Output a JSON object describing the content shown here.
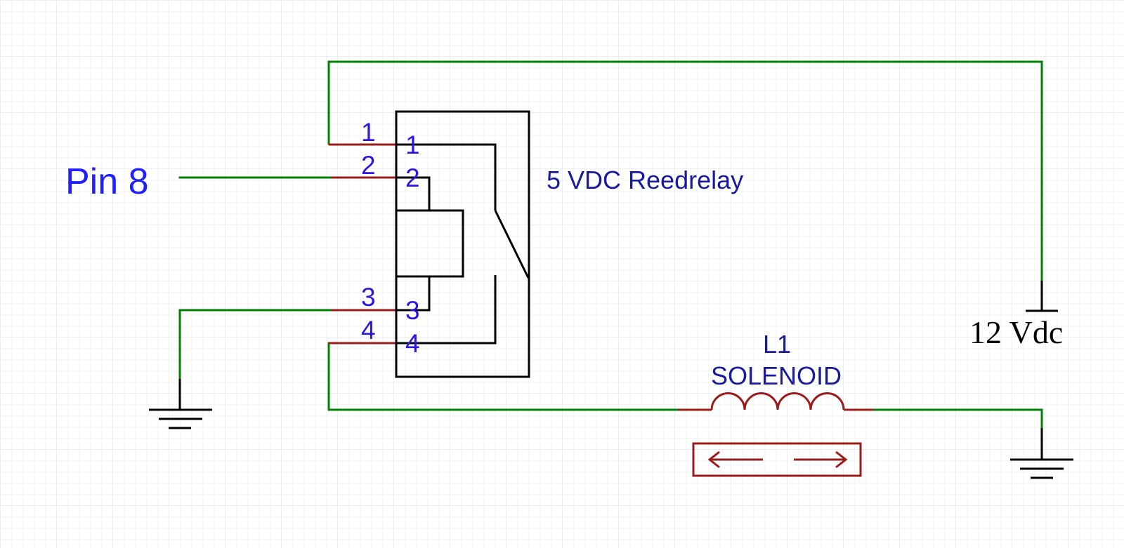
{
  "labels": {
    "input_pin": "Pin 8",
    "relay_name": "5 VDC Reedrelay",
    "supply": "12 Vdc",
    "coil_ref": "L1",
    "coil_name": "SOLENOID"
  },
  "relay_pins": {
    "outer": [
      "1",
      "2",
      "3",
      "4"
    ],
    "inner": [
      "1",
      "2",
      "3",
      "4"
    ]
  },
  "colors": {
    "wire": "#008000",
    "pin_lead": "#9b1c1c",
    "pin_number": "#2a17e0",
    "label": "#1a1a9c",
    "symbol_body": "#000000",
    "input_label": "#2020ff"
  }
}
